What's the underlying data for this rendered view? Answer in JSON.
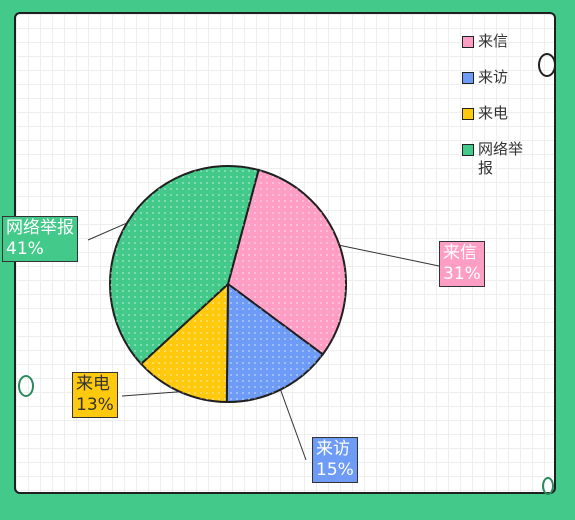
{
  "chart_data": {
    "type": "pie",
    "categories": [
      "来信",
      "来访",
      "来电",
      "网络举报"
    ],
    "values": [
      31,
      15,
      13,
      41
    ],
    "value_labels": [
      "31%",
      "15%",
      "13%",
      "41%"
    ],
    "colors": [
      "#ff9ec4",
      "#6d9bf5",
      "#ffc90d",
      "#43c989"
    ],
    "label_text_colors": [
      "#ffffff",
      "#ffffff",
      "#333333",
      "#ffffff"
    ],
    "legend_position": "top-right",
    "start_angle_deg": 15,
    "direction": "clockwise"
  }
}
